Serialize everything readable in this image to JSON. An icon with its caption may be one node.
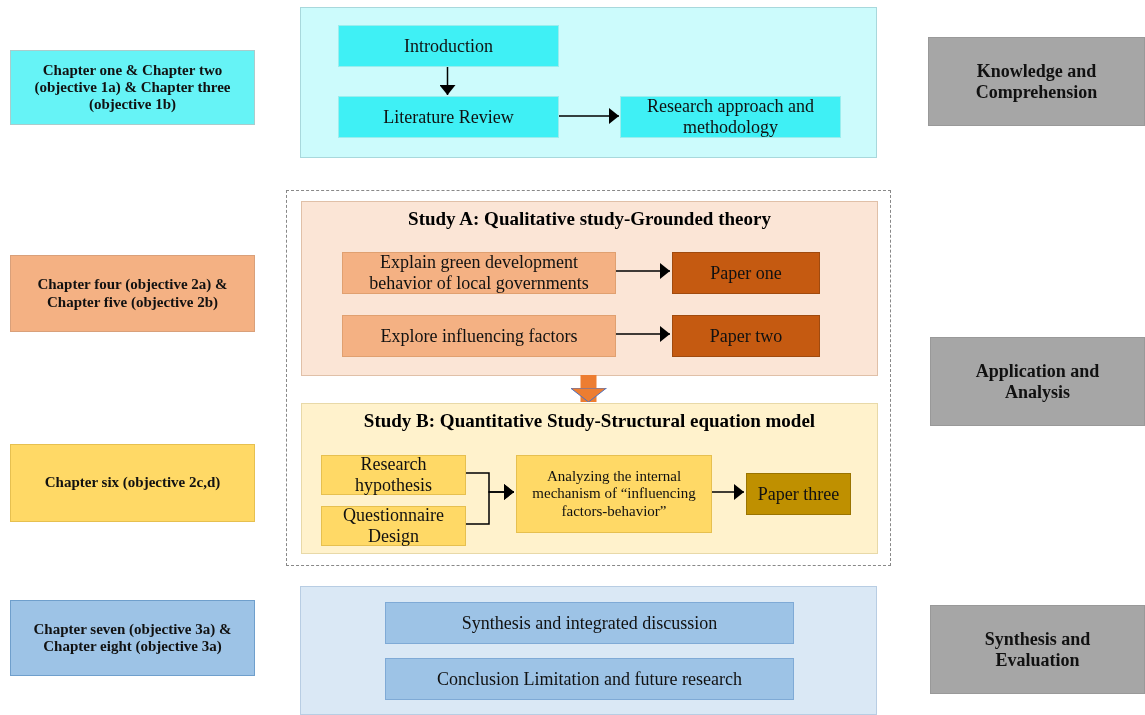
{
  "diagram": {
    "nodes": [
      {
        "text": [
          "Chapter one & Chapter two (objective 1a) & Chapter three (objective 1b)"
        ]
      },
      {
        "text": [],
        "shape": "box"
      },
      {
        "text": [
          "Introduction"
        ],
        "in": 1
      },
      {
        "text": [
          "Literature Review"
        ],
        "in": 1
      },
      {
        "text": [
          "Research approach and methodology"
        ],
        "in": 1
      },
      {
        "text": [
          "Knowledge and Comprehension"
        ]
      },
      {
        "text": [
          "Chapter four (objective 2a) & Chapter five (objective 2b)"
        ]
      },
      {
        "text": [],
        "shape": "box"
      },
      {
        "text": [
          "Study A: Qualitative study-Grounded theory"
        ],
        "in": 7
      },
      {
        "text": [
          "Explain green development behavior of local governments"
        ],
        "in": 8
      },
      {
        "text": [
          "Paper one"
        ],
        "in": 8
      },
      {
        "text": [
          "Explore influencing factors"
        ],
        "in": 8
      },
      {
        "text": [
          "Paper two"
        ],
        "in": 8
      },
      {
        "text": [
          "Study B: Quantitative Study-Structural equation model"
        ],
        "in": 7
      },
      {
        "text": [
          "Research hypothesis"
        ],
        "in": 13
      },
      {
        "text": [
          "Questionnaire Design"
        ],
        "in": 13
      },
      {
        "text": [
          "Analyzing the internal mechanism of “influencing factors-behavior”"
        ],
        "in": 13
      },
      {
        "text": [
          "Paper three"
        ],
        "in": 13
      },
      {
        "text": [
          "Application and Analysis"
        ]
      },
      {
        "text": [
          "Chapter six (objective 2c,d)"
        ]
      },
      {
        "text": [
          "Chapter seven (objective 3a) & Chapter eight (objective 3a)"
        ]
      },
      {
        "text": [],
        "shape": "box"
      },
      {
        "text": [
          "Synthesis and integrated discussion"
        ],
        "in": 21
      },
      {
        "text": [
          "Conclusion Limitation and future research"
        ],
        "in": 21
      },
      {
        "text": [
          "Synthesis and Evaluation"
        ]
      }
    ],
    "edges": [
      {
        "from": 2,
        "to": 3,
        "arrow": "to"
      },
      {
        "from": 3,
        "to": 4,
        "arrow": "to"
      },
      {
        "from": 9,
        "to": 10,
        "arrow": "to"
      },
      {
        "from": 11,
        "to": 12,
        "arrow": "to"
      },
      {
        "from": 8,
        "to": 13,
        "arrow": "to",
        "style": "thick",
        "color": "#ed7d31"
      },
      {
        "from": 14,
        "to": 16,
        "arrow": "to"
      },
      {
        "from": 15,
        "to": 16,
        "arrow": "to"
      },
      {
        "from": 16,
        "to": 17,
        "arrow": "to"
      }
    ]
  }
}
